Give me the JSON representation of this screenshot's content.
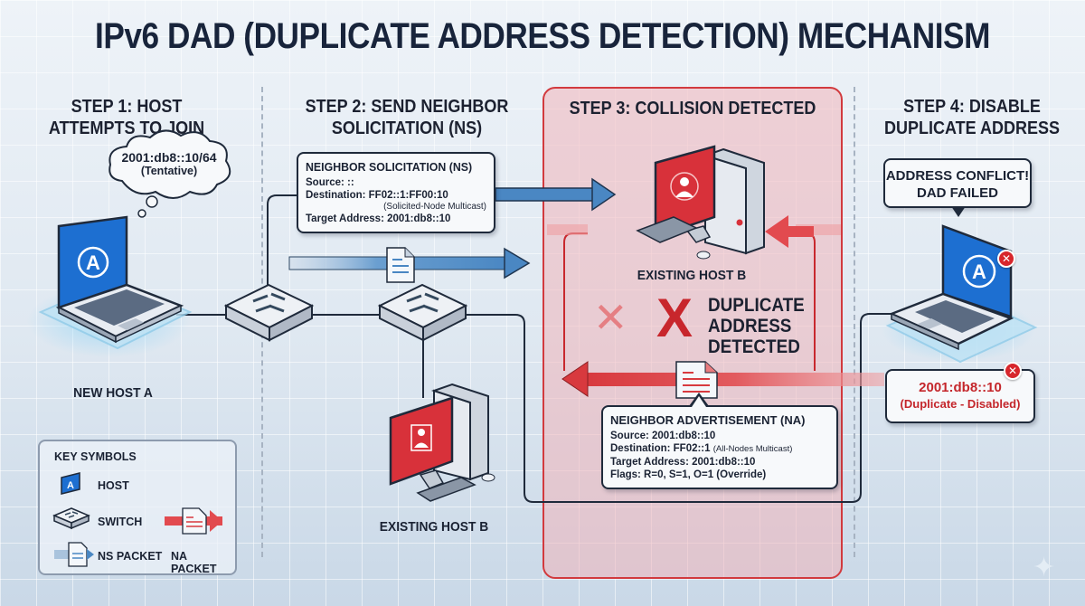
{
  "title": "IPv6 DAD (DUPLICATE ADDRESS DETECTION) MECHANISM",
  "steps": [
    {
      "line1": "STEP 1: HOST",
      "line2": "ATTEMPTS TO JOIN"
    },
    {
      "line1": "STEP 2: SEND NEIGHBOR",
      "line2": "SOLICITATION (NS)"
    },
    {
      "line1": "STEP 3: COLLISION DETECTED"
    },
    {
      "line1": "STEP 4: DISABLE",
      "line2": "DUPLICATE ADDRESS"
    }
  ],
  "host_a": {
    "label": "NEW HOST A",
    "thought_address": "2001:db8::10/64",
    "thought_state": "(Tentative)",
    "screen_letter": "A"
  },
  "ns_packet": {
    "heading": "NEIGHBOR SOLICITATION (NS)",
    "source": "Source: ::",
    "destination": "Destination: FF02::1:FF00:10",
    "destination_note": "(Solicited-Node Multicast)",
    "target": "Target Address: 2001:db8::10"
  },
  "host_b_lower": {
    "label": "EXISTING HOST B"
  },
  "collision": {
    "host_label": "EXISTING HOST B",
    "dup_line1": "DUPLICATE",
    "dup_line2": "ADDRESS",
    "dup_line3": "DETECTED",
    "x_glyph": "✕",
    "x_glyph_bold": "X"
  },
  "na_packet": {
    "heading": "NEIGHBOR ADVERTISEMENT (NA)",
    "source": "Source: 2001:db8::10",
    "destination": "Destination: FF02::1",
    "destination_note": "(All-Nodes Multicast)",
    "target": "Target Address: 2001:db8::10",
    "flags": "Flags: R=0, S=1, O=1 (Override)"
  },
  "step4": {
    "conflict_line1": "ADDRESS CONFLICT!",
    "conflict_line2": "DAD FAILED",
    "address": "2001:db8::10",
    "address_state": "(Duplicate - Disabled)",
    "badge_glyph": "✕",
    "screen_letter": "A"
  },
  "legend": {
    "title": "KEY SYMBOLS",
    "items": [
      {
        "icon": "host-icon",
        "label": "HOST"
      },
      {
        "icon": "switch-icon",
        "label": "SWITCH"
      },
      {
        "icon": "ns-packet-icon",
        "label": "NS PACKET"
      },
      {
        "icon": "na-packet-icon",
        "label": "NA PACKET"
      }
    ],
    "host_letter": "A"
  },
  "sparkle": "✦",
  "colors": {
    "title": "#18243b",
    "accent_red": "#d23a3e",
    "ns_blue": "#4f8fc9",
    "screen_blue": "#1d6fd1",
    "screen_red": "#d8313a",
    "collision_fill": "#f0b4ba"
  }
}
